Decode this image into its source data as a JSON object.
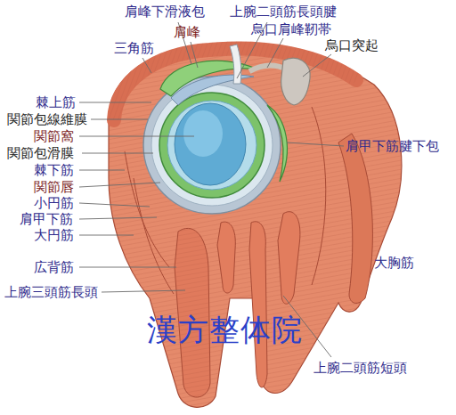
{
  "diagram": {
    "labels": [
      "肩峰下滑液包",
      "上腕二頭筋長頭腱",
      "肩峰",
      "烏口肩峰靭帯",
      "三角筋",
      "烏口突起",
      "棘上筋",
      "関節包線維膜",
      "関節窩",
      "肩甲下筋腱下包",
      "関節包滑膜",
      "棘下筋",
      "関節唇",
      "小円筋",
      "肩甲下筋",
      "大円筋",
      "大胸筋",
      "広背筋",
      "上腕三頭筋長頭",
      "漢方整体院",
      "上腕二頭筋短頭"
    ]
  }
}
